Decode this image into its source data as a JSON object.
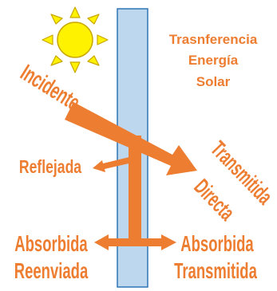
{
  "diagram": {
    "title_lines": [
      "Trasnferencia",
      "Energía",
      "Solar"
    ],
    "labels": {
      "incidente": "Incidente",
      "reflejada": "Reflejada",
      "transmitida": "Transmitida",
      "directa": "Directa",
      "absorbida_left": "Absorbida",
      "reenviada": "Reenviada",
      "absorbida_right": "Absorbida",
      "transmitida_right": "Transmitida"
    },
    "colors": {
      "arrow": "#ED7D31",
      "label": "#ED7D31",
      "title": "#ED7D31",
      "glass_fill": "#BDD7EE",
      "glass_stroke": "#2E75B6",
      "sun_fill": "#FFF200",
      "sun_stroke": "#C9A800"
    },
    "icons": {
      "sun": "sun-icon",
      "glass": "glass-pane"
    }
  }
}
